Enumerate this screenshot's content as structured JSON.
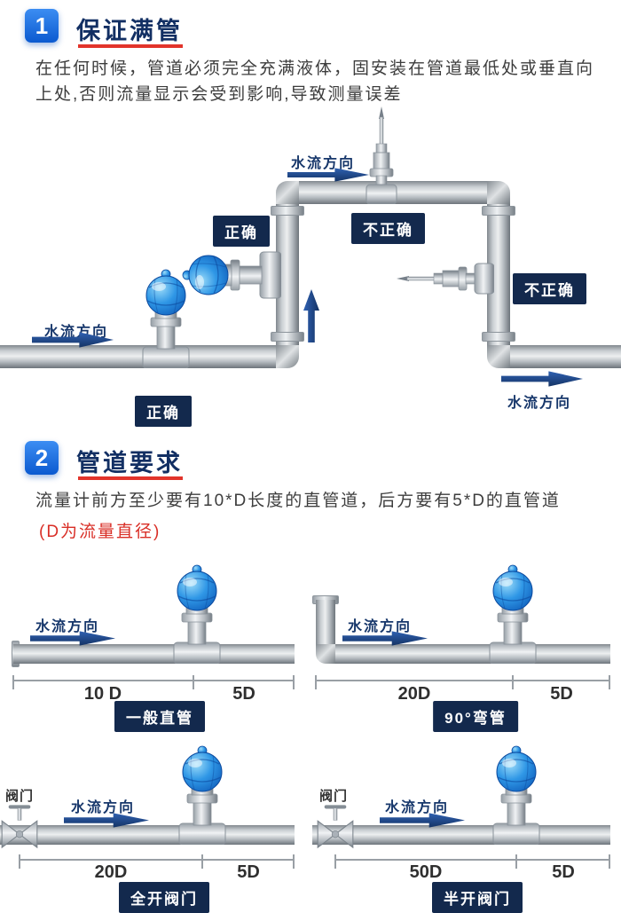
{
  "colors": {
    "accent_blue": "#1266d8",
    "title_navy": "#122f63",
    "underline_red": "#e2342b",
    "note_red": "#d92e26",
    "tag_navy": "#13294d",
    "arrow_navy": "#1d4a94",
    "pipe_gray": "#b5bbc0",
    "meter_blue": "#2f97e6"
  },
  "labels": {
    "flow_direction": "水流方向",
    "correct": "正确",
    "incorrect": "不正确",
    "valve": "阀门"
  },
  "section1": {
    "number": "1",
    "title": "保证满管",
    "body": "在任何时候，管道必须完全充满液体，固安装在管道最低处或垂直向上处,否则流量显示会受到影响,导致测量误差"
  },
  "section2": {
    "number": "2",
    "title": "管道要求",
    "body": "流量计前方至少要有10*D长度的直管道，后方要有5*D的直管道",
    "note": "(D为流量直径)",
    "diagrams": [
      {
        "caption": "一般直管",
        "dim_front": "10 D",
        "dim_back": "5D"
      },
      {
        "caption": "90°弯管",
        "dim_front": "20D",
        "dim_back": "5D"
      },
      {
        "caption": "全开阀门",
        "dim_front": "20D",
        "dim_back": "5D"
      },
      {
        "caption": "半开阀门",
        "dim_front": "50D",
        "dim_back": "5D"
      }
    ]
  }
}
